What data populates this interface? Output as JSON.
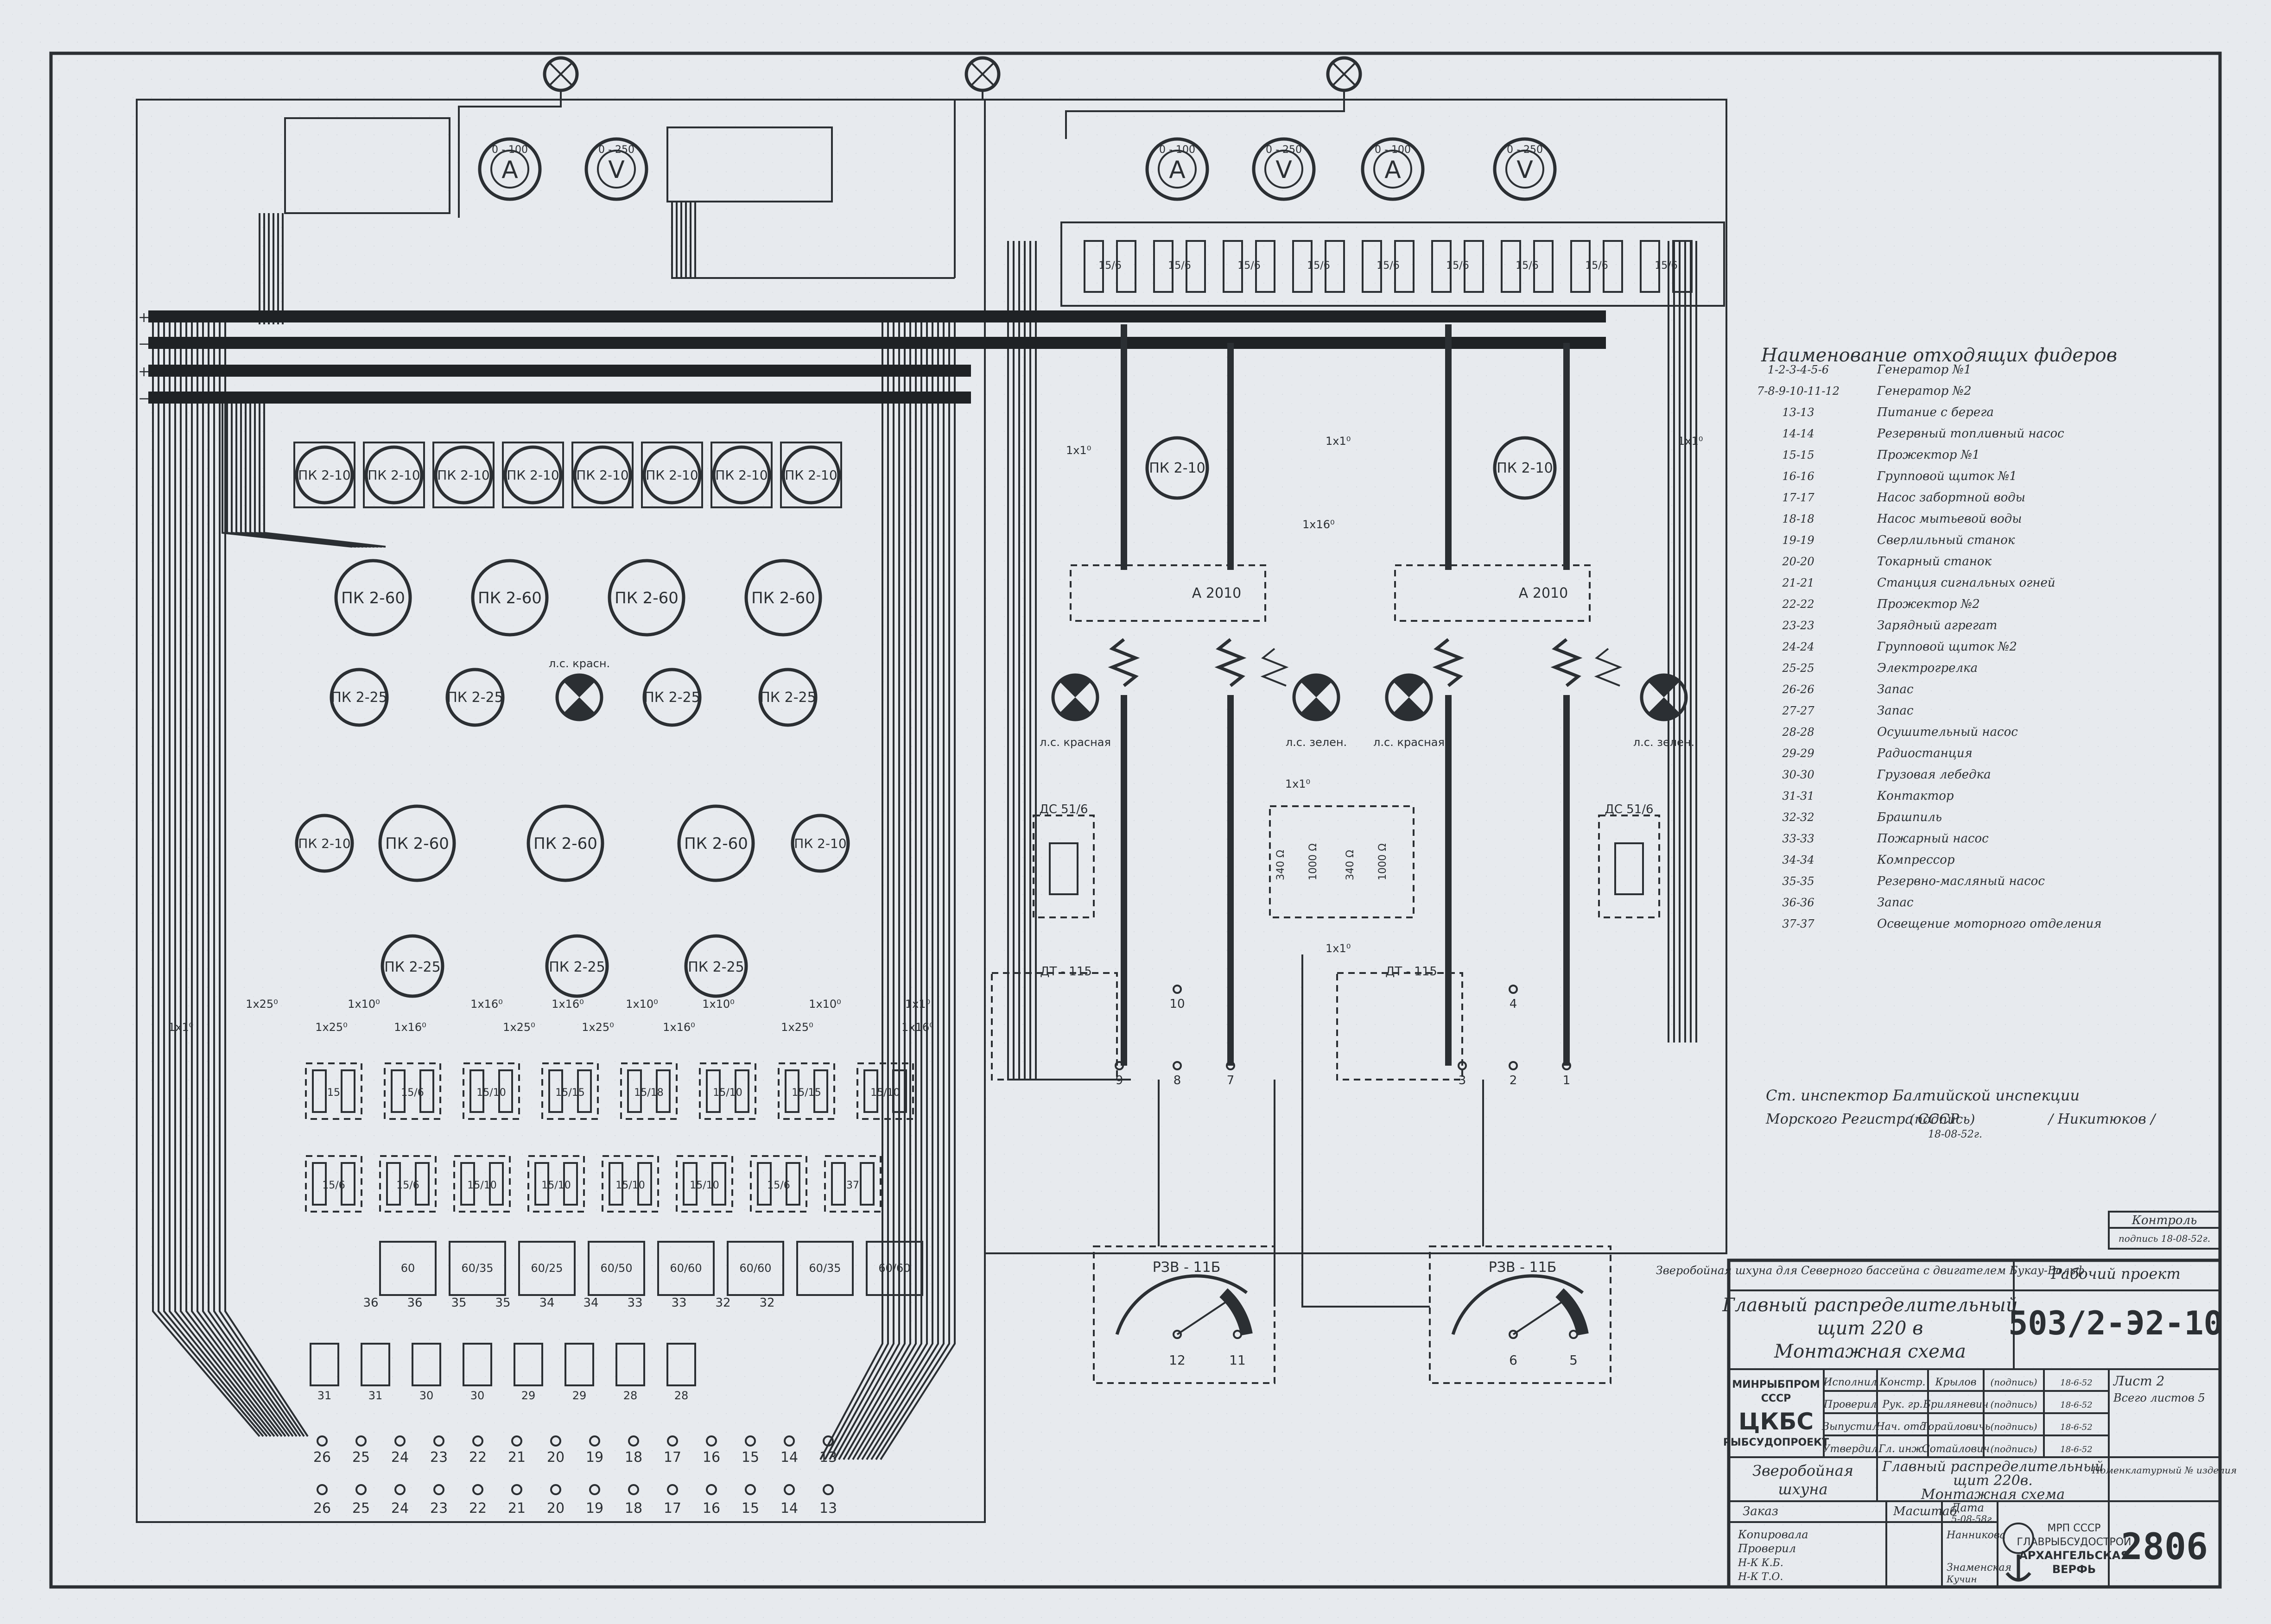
{
  "feeder_table": {
    "title": "Наименование отходящих фидеров",
    "rows": [
      {
        "num": "1-2-3-4-5-6",
        "name": "Генератор №1"
      },
      {
        "num": "7-8-9-10-11-12",
        "name": "Генератор №2"
      },
      {
        "num": "13-13",
        "name": "Питание с берега"
      },
      {
        "num": "14-14",
        "name": "Резервный топливный насос"
      },
      {
        "num": "15-15",
        "name": "Прожектор №1"
      },
      {
        "num": "16-16",
        "name": "Групповой щиток №1"
      },
      {
        "num": "17-17",
        "name": "Насос забортной воды"
      },
      {
        "num": "18-18",
        "name": "Насос мытьевой воды"
      },
      {
        "num": "19-19",
        "name": "Сверлильный станок"
      },
      {
        "num": "20-20",
        "name": "Токарный станок"
      },
      {
        "num": "21-21",
        "name": "Станция сигнальных огней"
      },
      {
        "num": "22-22",
        "name": "Прожектор №2"
      },
      {
        "num": "23-23",
        "name": "Зарядный агрегат"
      },
      {
        "num": "24-24",
        "name": "Групповой щиток №2"
      },
      {
        "num": "25-25",
        "name": "Электрогрелка"
      },
      {
        "num": "26-26",
        "name": "Запас"
      },
      {
        "num": "27-27",
        "name": "Запас"
      },
      {
        "num": "28-28",
        "name": "Осушительный насос"
      },
      {
        "num": "29-29",
        "name": "Радиостанция"
      },
      {
        "num": "30-30",
        "name": "Грузовая лебедка"
      },
      {
        "num": "31-31",
        "name": "Контактор"
      },
      {
        "num": "32-32",
        "name": "Брашпиль"
      },
      {
        "num": "33-33",
        "name": "Пожарный насос"
      },
      {
        "num": "34-34",
        "name": "Компрессор"
      },
      {
        "num": "35-35",
        "name": "Резервно-масляный насос"
      },
      {
        "num": "36-36",
        "name": "Запас"
      },
      {
        "num": "37-37",
        "name": "Освещение моторного отделения"
      }
    ]
  },
  "inspector": {
    "line1": "Ст. инспектор Балтийской инспекции",
    "line2": "Морского Регистра СССР",
    "sign": "(подпись)",
    "date": "18-08-52г.",
    "name": "/ Никитюков /"
  },
  "control_stamp": {
    "label": "Контроль",
    "line": "подпись 18-08-52г."
  },
  "meters": {
    "ammeter_scale": "0 - 100",
    "voltmeter_scale": "0 - 250",
    "ammeter": "A",
    "voltmeter": "V"
  },
  "switch_labels": {
    "pk210": "ПК 2-10",
    "pk260": "ПК 2-60",
    "pk225": "ПК 2-25",
    "automat": "А 2010",
    "ds": "ДС 51/6",
    "dt": "ДТ - 115",
    "rzv": "РЗВ - 11Б",
    "lamp_red": "л.с. красная",
    "lamp_green": "л.с. зелен.",
    "lamp_red_short": "л.с. красн.",
    "cable_1x1": "1x1⁰",
    "cable_1x16": "1x16⁰",
    "cable_1x25": "1x25⁰",
    "cable_1x10": "1x10⁰",
    "res_340": "340 Ω",
    "res_1000": "1000 Ω"
  },
  "fuses_top": [
    "15/6",
    "15/6",
    "15/6",
    "15/6",
    "15/6",
    "15/6",
    "15/6",
    "15/6",
    "15/6"
  ],
  "fuses_row1": [
    "15",
    "15/6",
    "15/10",
    "15/15",
    "15/18",
    "15/10",
    "15/15",
    "15/10"
  ],
  "fuses_row2": [
    "15/6",
    "15/6",
    "15/10",
    "15/10",
    "15/10",
    "15/10",
    "15/6",
    "37"
  ],
  "fuses_row3_labels": [
    "36",
    "36",
    "35",
    "35",
    "34",
    "34",
    "33",
    "33",
    "32",
    "32"
  ],
  "fuses_row3_values": [
    "60",
    "60/35",
    "60/25",
    "60/50",
    "60/60",
    "60/60",
    "60/35",
    "60/60"
  ],
  "fuses_row4_labels": [
    "31",
    "31",
    "30",
    "30",
    "29",
    "29",
    "28",
    "28"
  ],
  "terminal_row_a": [
    "26",
    "25",
    "24",
    "23",
    "22",
    "21",
    "20",
    "19",
    "18",
    "17",
    "16",
    "15",
    "14",
    "13"
  ],
  "terminal_row_b": [
    "26",
    "25",
    "24",
    "23",
    "22",
    "21",
    "20",
    "19",
    "18",
    "17",
    "16",
    "15",
    "14",
    "13"
  ],
  "gen_terminals_left": [
    "9",
    "8",
    "7",
    "10"
  ],
  "gen_terminals_right": [
    "3",
    "2",
    "1",
    "4"
  ],
  "rzv_left_terminals": [
    "12",
    "11"
  ],
  "rzv_right_terminals": [
    "6",
    "5"
  ],
  "title_block": {
    "vessel": "Зверобойная шхуна для Северного бассейна с двигателем Букау-Вольф",
    "stage": "Рабочий проект",
    "drawing_title_1": "Главный распределительный",
    "drawing_title_2": "щит 220 в",
    "drawing_title_3": "Монтажная схема",
    "drawing_number": "503/2-Э2-10",
    "org_1": "МИНРЫБПРОМ",
    "org_2": "СССР",
    "org_3": "ЦКБС",
    "org_4": "РЫБСУДОПРОЕКТ",
    "roles": [
      "Исполнил",
      "Проверил",
      "Выпустил",
      "Утвердил"
    ],
    "positions": [
      "Констр.",
      "Рук. гр.",
      "Нач. отд.",
      "Гл. инж."
    ],
    "persons": [
      "Крылов",
      "Бриляневич",
      "Торайловичь",
      "Сотайлович"
    ],
    "sign": [
      "(подпись)",
      "(подпись)",
      "(подпись)",
      "(подпись)"
    ],
    "dates": [
      "18-6-52",
      "18-6-52",
      "18-6-52",
      "18-6-52"
    ],
    "sheet": "Лист 2",
    "sheets_total": "Всего листов 5",
    "product_1": "Зверобойная",
    "product_2": "шхуна",
    "drawing_short_1": "Главный распределительный",
    "drawing_short_2": "щит 220в.",
    "drawing_short_3": "Монтажная схема",
    "nomenclature": "Номенклатурный № изделия",
    "order": "Заказ",
    "scale": "Масштаб",
    "date_label": "Дата",
    "date": "5-08-58г.",
    "copied": "Копировала",
    "checked": "Проверил",
    "nk_kb": "Н-К К.Б.",
    "nk_to": "Н-К Т.О.",
    "copier_name": "Нанникова",
    "checker_1": "Знаменская",
    "checker_2": "Кучин",
    "plant_1": "МРП СССР",
    "plant_2": "ГЛАВРЫБСУДОСТРОЙ",
    "plant_3": "АРХАНГЕЛЬСКАЯ",
    "plant_4": "ВЕРФЬ",
    "inv_number": "2806"
  }
}
